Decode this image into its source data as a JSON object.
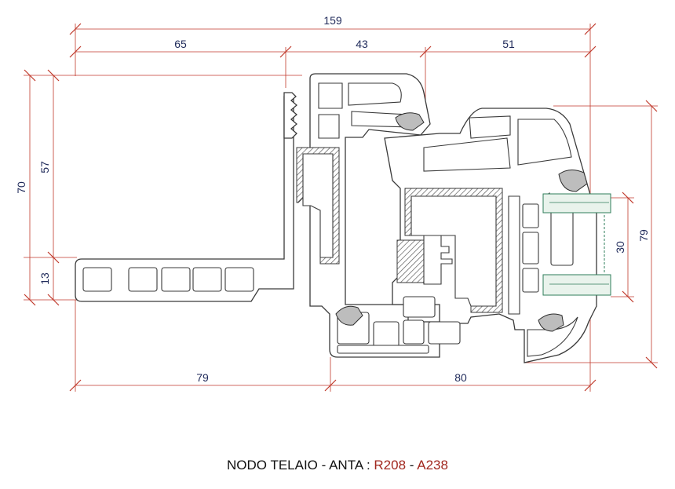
{
  "dimensions": {
    "overall_width": "159",
    "frame_part": "65",
    "middle_part": "43",
    "sash_part": "51",
    "height_total": "70",
    "height_upper": "57",
    "height_lower": "13",
    "sash_height": "79",
    "glass_thickness": "30",
    "bottom_left": "79",
    "bottom_right": "80"
  },
  "caption": {
    "prefix": "NODO TELAIO - ANTA :",
    "code1": "R208",
    "separator": "-",
    "code2": "A238"
  },
  "colors": {
    "dimension_line": "#c0392b",
    "dimension_text": "#1f2a5a",
    "profile_outline": "#3a3a3a",
    "caption_code": "#a1281f",
    "glass": "#2e7d5a"
  }
}
